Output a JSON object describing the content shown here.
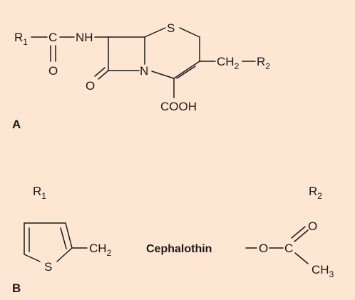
{
  "colors": {
    "panel_background": "#fde6d2",
    "ink": "#1a1a1a"
  },
  "structure_a": {
    "r1_main": "R",
    "r1_sub": "1",
    "carbonyl_c": "C",
    "carbonyl_o": "O",
    "amide_nh": "NH",
    "ring_s": "S",
    "ring_n": "N",
    "lactam_o": "O",
    "ch2_main": "CH",
    "ch2_sub": "2",
    "r2_main": "R",
    "r2_sub": "2",
    "cooh": "COOH",
    "panel_label": "A"
  },
  "structure_b": {
    "r1_heading_main": "R",
    "r1_heading_sub": "1",
    "r2_heading_main": "R",
    "r2_heading_sub": "2",
    "thiophene_s": "S",
    "thiophene_ch2_main": "CH",
    "thiophene_ch2_sub": "2",
    "drug_name": "Cephalothin",
    "ester_o1": "O",
    "ester_c": "C",
    "ester_o2": "O",
    "ester_ch3_main": "CH",
    "ester_ch3_sub": "3",
    "panel_label": "B"
  }
}
